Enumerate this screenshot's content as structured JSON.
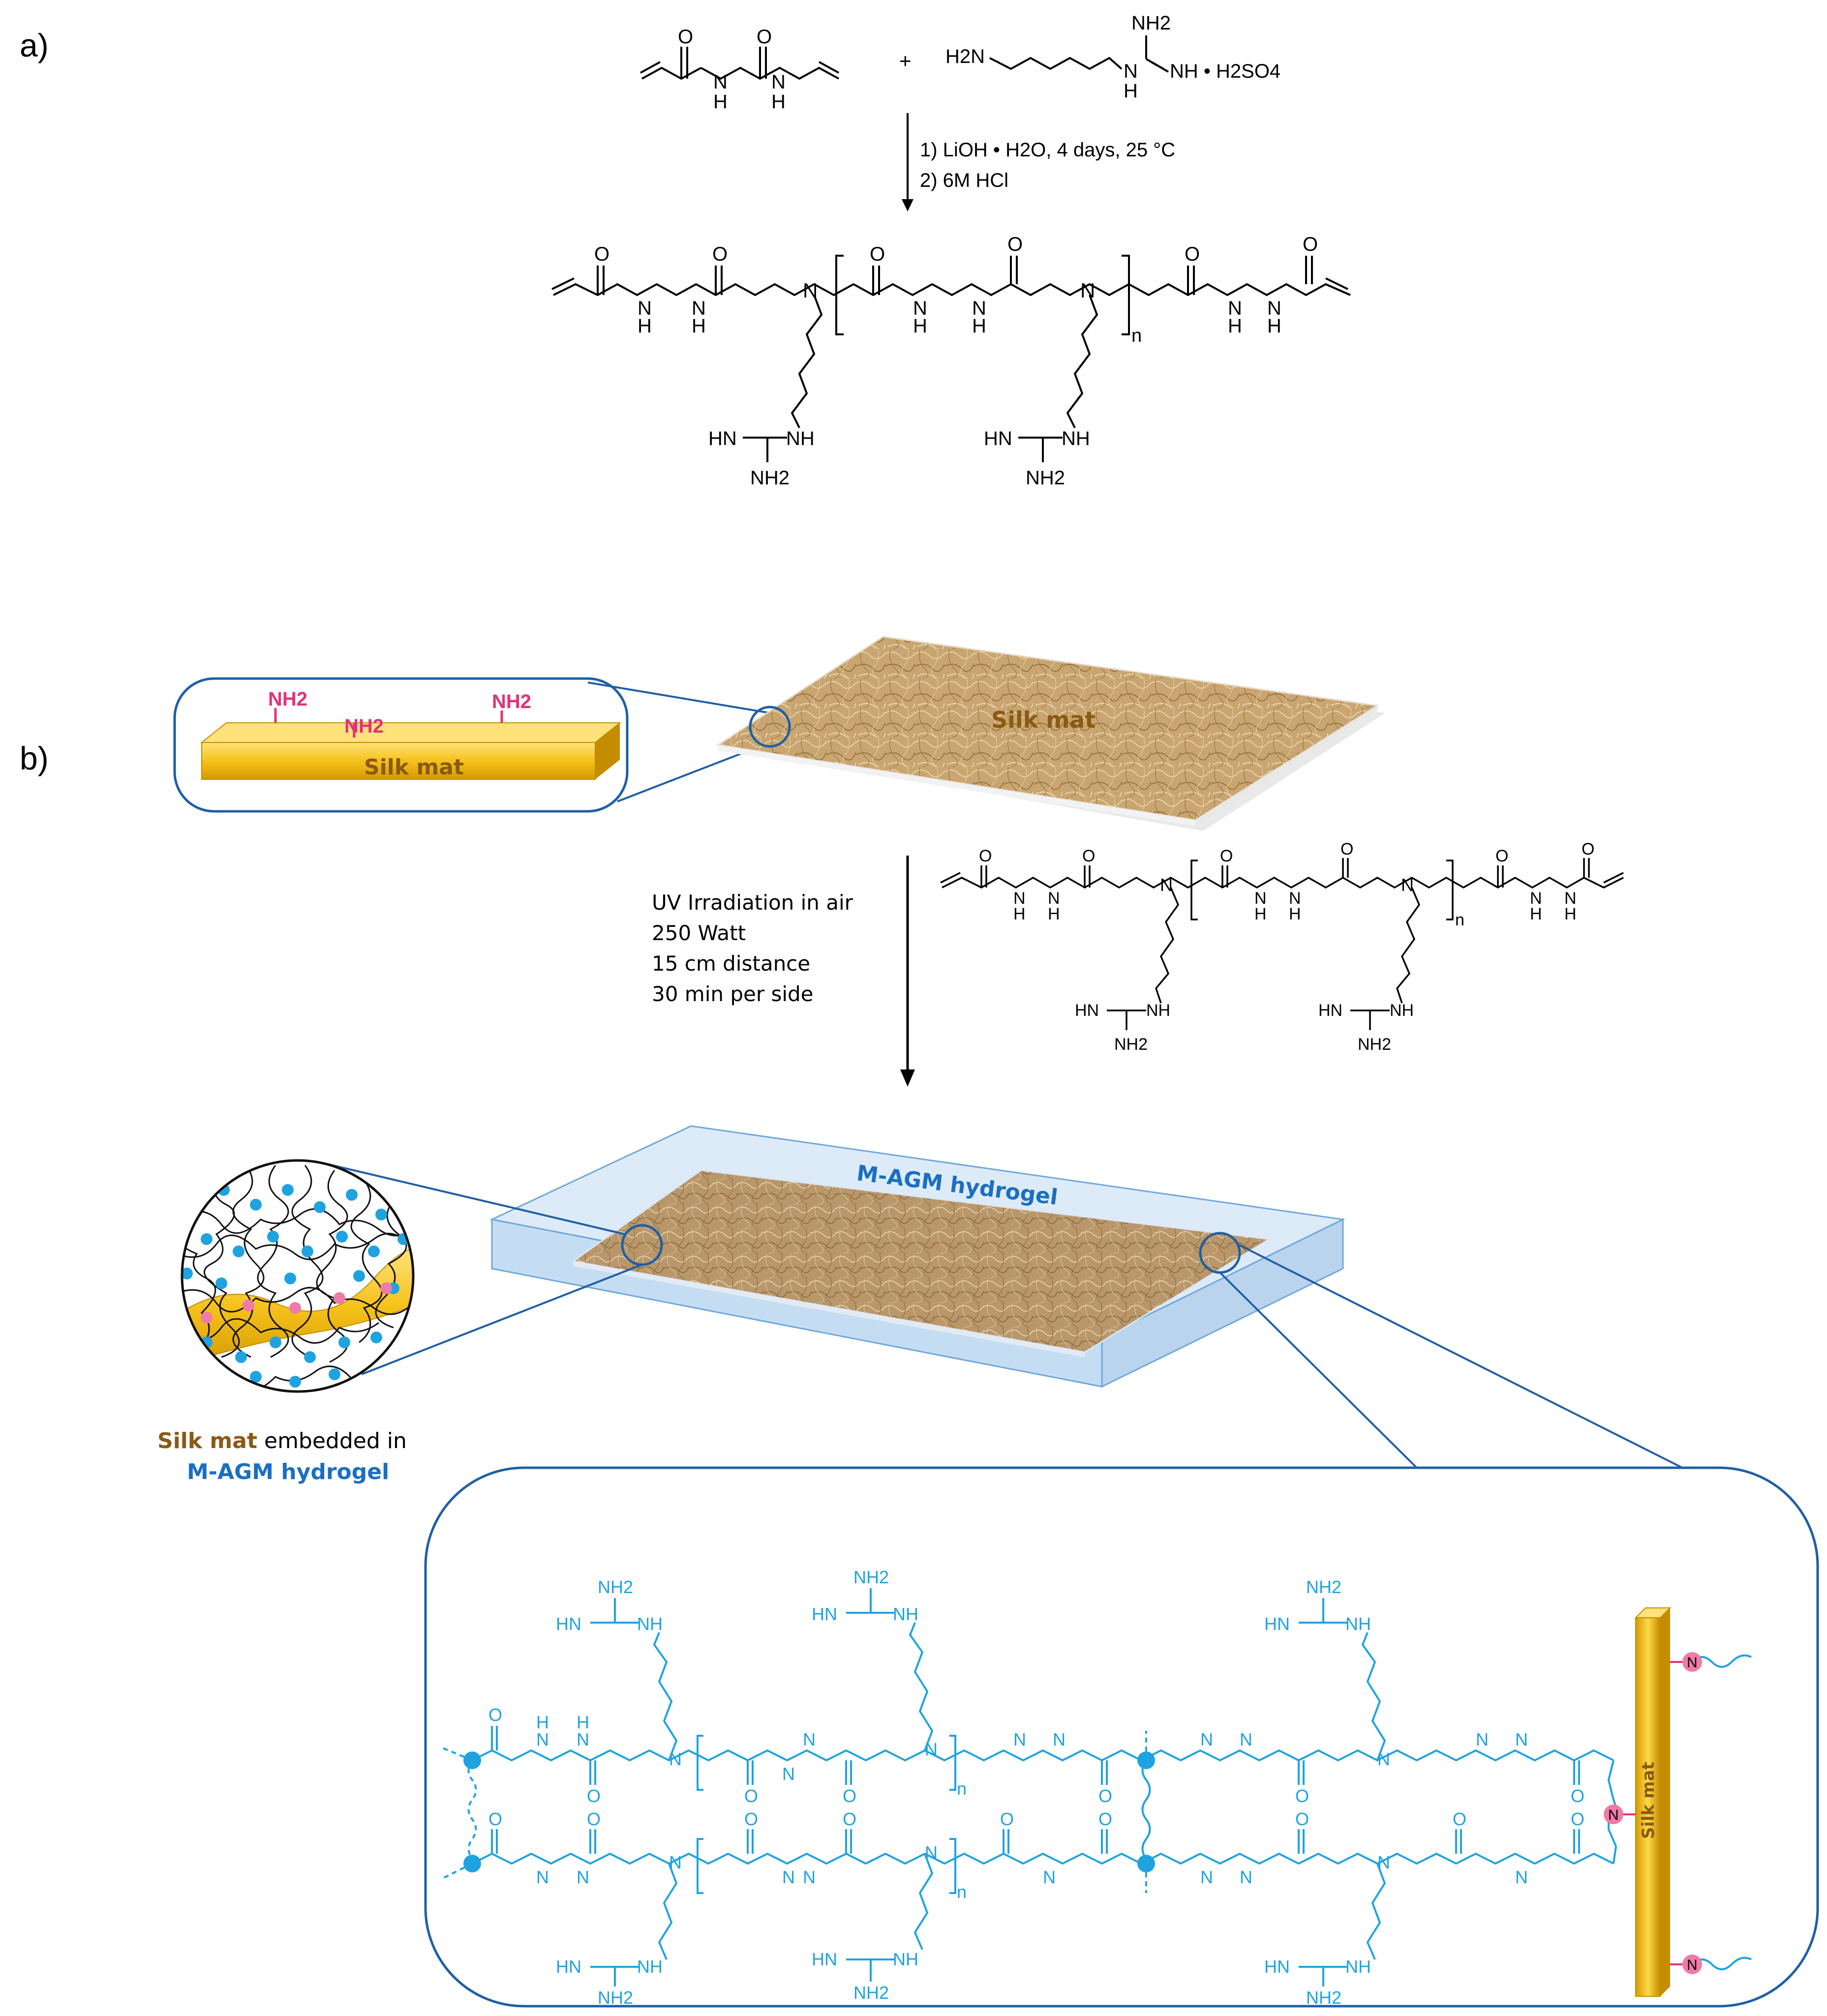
{
  "panels": {
    "a": "a)",
    "b": "b)"
  },
  "reagents": {
    "plus": "+",
    "amine_h2n": "H2N",
    "amine_nh2": "NH2",
    "amine_nh_salt": "NH • H2SO4",
    "amine_nh_chain": "N",
    "amine_nh_h": "H",
    "bis_nh": "N",
    "bis_h": "H",
    "o": "O"
  },
  "conditions_a": {
    "step1": "1) LiOH • H2O, 4 days, 25 °C",
    "step2": "2) 6M HCl"
  },
  "polymer_labels": {
    "n": "n",
    "N": "N",
    "H": "H",
    "O": "O",
    "HN": "HN",
    "NH": "NH",
    "NH2": "NH2"
  },
  "silk_mat": {
    "label": "Silk mat",
    "inset_label": "Silk mat",
    "nh2": "NH2"
  },
  "conditions_b": {
    "line1": "UV Irradiation in air",
    "line2": "250 Watt",
    "line3": "15 cm distance",
    "line4": "30 min per side"
  },
  "hydrogel": {
    "label": "M-AGM hydrogel",
    "caption_silk": "Silk mat",
    "caption_mid": " embedded in",
    "caption_gel": "M-AGM hydrogel"
  },
  "network": {
    "silk_bar_label": "Silk mat",
    "node_N": "N"
  },
  "colors": {
    "blue_chem": "#1fa3e0",
    "pink": "#e0337a",
    "gold": "#f5c21b",
    "silk_brown": "#8a5a14",
    "hydro_blue": "#1b6fc0",
    "outline_blue": "#1f5fa5"
  }
}
